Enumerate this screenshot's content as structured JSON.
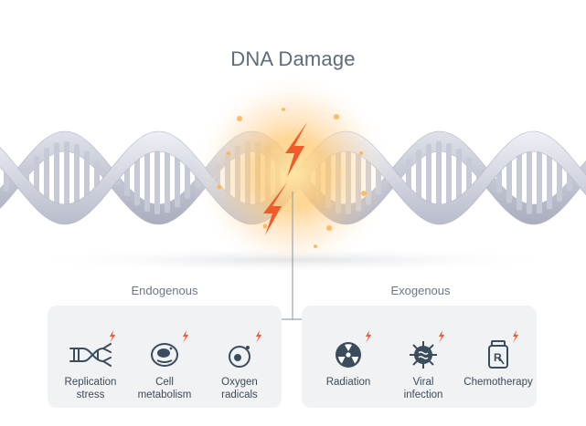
{
  "title": "DNA Damage",
  "groups": [
    {
      "label": "Endogenous",
      "items": [
        {
          "label": "Replication\nstress",
          "icon": "dna-replication-icon"
        },
        {
          "label": "Cell\nmetabolism",
          "icon": "cell-icon"
        },
        {
          "label": "Oxygen\nradicals",
          "icon": "oxygen-radical-icon"
        }
      ]
    },
    {
      "label": "Exogenous",
      "items": [
        {
          "label": "Radiation",
          "icon": "radiation-icon"
        },
        {
          "label": "Viral\ninfection",
          "icon": "virus-icon"
        },
        {
          "label": "Chemotherapy",
          "icon": "pill-bottle-icon"
        }
      ]
    }
  ],
  "colors": {
    "title": "#5d6b7a",
    "icon": "#3b4d5c",
    "lightning": "#f15a29",
    "glow": "#ffb347",
    "helix": "#c9cbd8",
    "connector": "#9aa3ab",
    "panel": "#f1f2f4"
  }
}
